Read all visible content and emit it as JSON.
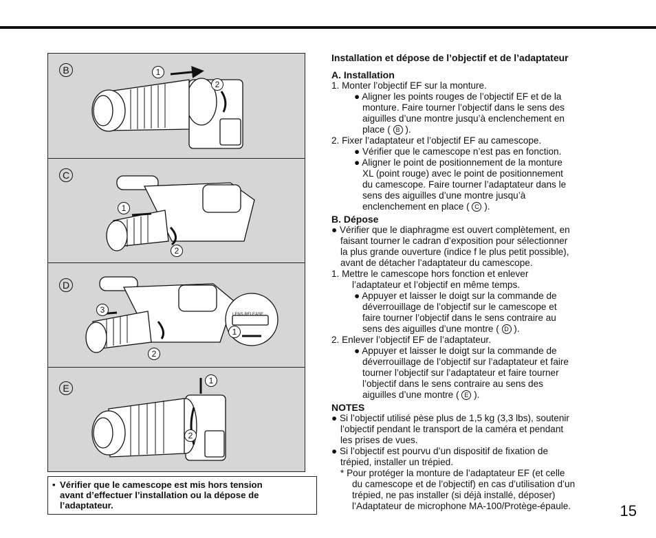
{
  "page_number": "15",
  "figure": {
    "panels": [
      {
        "letter": "B",
        "steps": [
          "1",
          "2"
        ]
      },
      {
        "letter": "C",
        "steps": [
          "1",
          "2"
        ]
      },
      {
        "letter": "D",
        "steps": [
          "3",
          "2",
          "1"
        ],
        "lens_release_label": "LENS  RELEASE"
      },
      {
        "letter": "E",
        "steps": [
          "1",
          "2"
        ]
      }
    ]
  },
  "warning": {
    "bullet": "•",
    "lines": [
      "Vérifier que le camescope est mis hors tension",
      "avant d’effectuer l’installation ou la dépose de",
      "l’adaptateur."
    ]
  },
  "text": {
    "title": "Installation et dépose de l’objectif et de l’adaptateur",
    "secA": "A.   Installation",
    "a1": "1.    Monter l’objectif EF sur la monture.",
    "a1b1": [
      "● Aligner les points rouges de l’objectif EF et de la",
      "monture. Faire tourner l’objectif dans le sens des",
      "aiguilles d’une montre jusqu’à enclenchement en",
      "place ( ",
      "B",
      " )."
    ],
    "a2": "2.    Fixer l’adaptateur et l’objectif EF au camescope.",
    "a2b1": "● Vérifier que le camescope n’est pas en fonction.",
    "a2b2": [
      "● Aligner le point de positionnement de la monture",
      "XL (point rouge) avec le point de positionnement",
      "du camescope. Faire tourner l’adaptateur dans le",
      "sens des aiguilles d’une montre jusqu’à",
      "enclenchement en place ( ",
      "C",
      " )."
    ],
    "secB": "B.   Dépose",
    "b0": [
      "●  Vérifier que le diaphragme est ouvert complètement, en",
      "faisant tourner le cadran d’exposition pour sélectionner",
      "la plus grande ouverture (indice f le plus petit possible),",
      "avant de détacher l’adaptateur du camescope."
    ],
    "b1": [
      "1.    Mettre le camescope hors fonction et enlever",
      "l’adaptateur et l’objectif en même temps."
    ],
    "b1b1": [
      "● Appuyer et laisser le doigt sur la commande de",
      "déverrouillage de l’objectif sur le camescope et",
      "faire tourner l’objectif dans le sens contraire au",
      "sens des aiguilles d’une montre ( ",
      "D",
      " )."
    ],
    "b2": "2.    Enlever l’objectif EF de l’adaptateur.",
    "b2b1": [
      "● Appuyer et laisser le doigt sur la commande de",
      "déverrouillage de l’objectif sur l’adaptateur et faire",
      "tourner l’objectif sur l’adaptateur et faire tourner",
      "l’objectif dans le sens contraire au sens des",
      "aiguilles d’une montre ( ",
      "E",
      " )."
    ],
    "notes": "NOTES",
    "n1": [
      "●  Si l’objectif utilisé pèse plus de 1,5 kg (3,3 lbs), soutenir",
      "l’objectif pendant le transport de la caméra et pendant",
      "les prises de vues."
    ],
    "n2": [
      "●  Si l’objectif est pourvu d’un dispositif de fixation de",
      "trépied, installer un trépied."
    ],
    "n3": [
      "*    Pour protéger la monture de l’adaptateur EF (et celle",
      "du camescope et de l’objectif) en cas d’utilisation d’un",
      "trépied, ne pas installer (si déjà installé, déposer)",
      "l’Adaptateur de microphone MA-100/Protège-épaule."
    ]
  }
}
